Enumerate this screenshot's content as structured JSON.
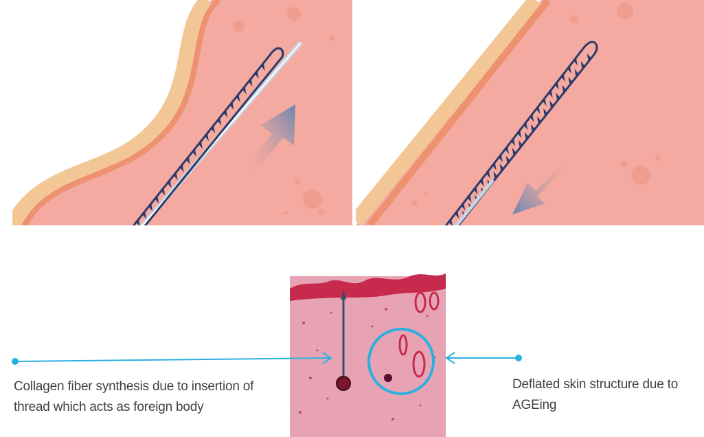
{
  "panels": [
    {
      "id": "insertion",
      "arrow_direction": "up-right"
    },
    {
      "id": "lifting",
      "arrow_direction": "down-left"
    }
  ],
  "captions": {
    "left_line1": "Collagen fiber synthesis due to insertion of",
    "left_line2": "thread which acts as foreign body",
    "right_line1": "Deflated skin structure due to",
    "right_line2": "AGEing"
  },
  "colors": {
    "skin_bg": "#f4aaa0",
    "epidermis_tan": "#f3c795",
    "epidermis_orange": "#ee9170",
    "thread": "#2a3a6a",
    "arrow": "#6a85b0",
    "callout": "#2ab0e0",
    "histology_bg": "#e7a3b4"
  },
  "icons": {
    "left_arrow": "arrow-up-right-icon",
    "right_arrow": "arrow-down-left-icon",
    "callout_left": "arrow-right-icon",
    "callout_right": "arrow-left-icon"
  }
}
